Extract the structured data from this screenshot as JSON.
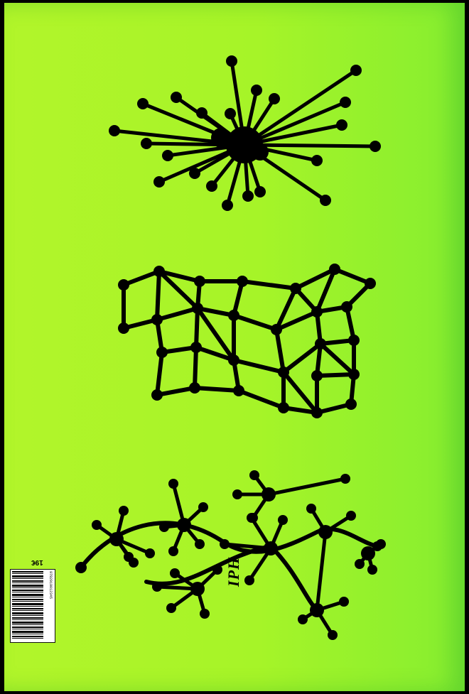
{
  "cover": {
    "background_color": "#a6f428",
    "ink_color": "#000000",
    "illustrations": [
      "star-network-icon",
      "grid-network-icon",
      "tree-network-icon"
    ],
    "signature": "IPH",
    "price": "19€",
    "barcode_digits": "9782919012345"
  }
}
